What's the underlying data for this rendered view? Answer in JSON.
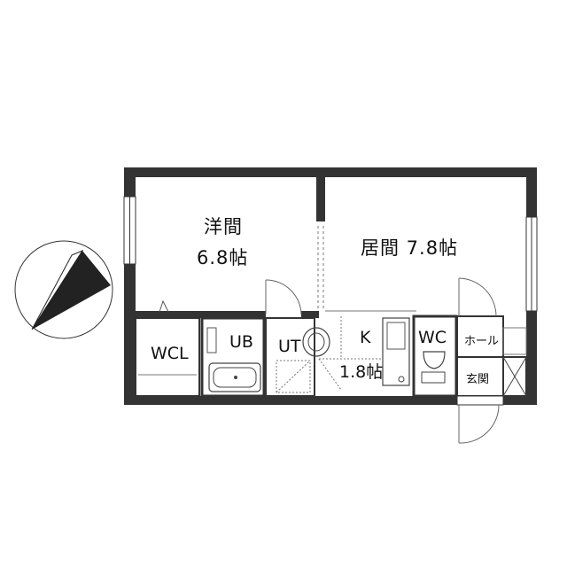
{
  "rooms": {
    "western": {
      "name": "洋間",
      "size": "6.8帖"
    },
    "living": {
      "label": "居間 7.8帖"
    },
    "wcl": "WCL",
    "ub": "UB",
    "ut": "UT",
    "kitchen": {
      "name": "K",
      "size": "1.8帖"
    },
    "wc": "WC",
    "hall": "ホール",
    "entrance": "玄関"
  },
  "colors": {
    "wall": "#333333",
    "line": "#555555",
    "background": "#ffffff"
  },
  "icons": {
    "north": "north-arrow-icon"
  }
}
